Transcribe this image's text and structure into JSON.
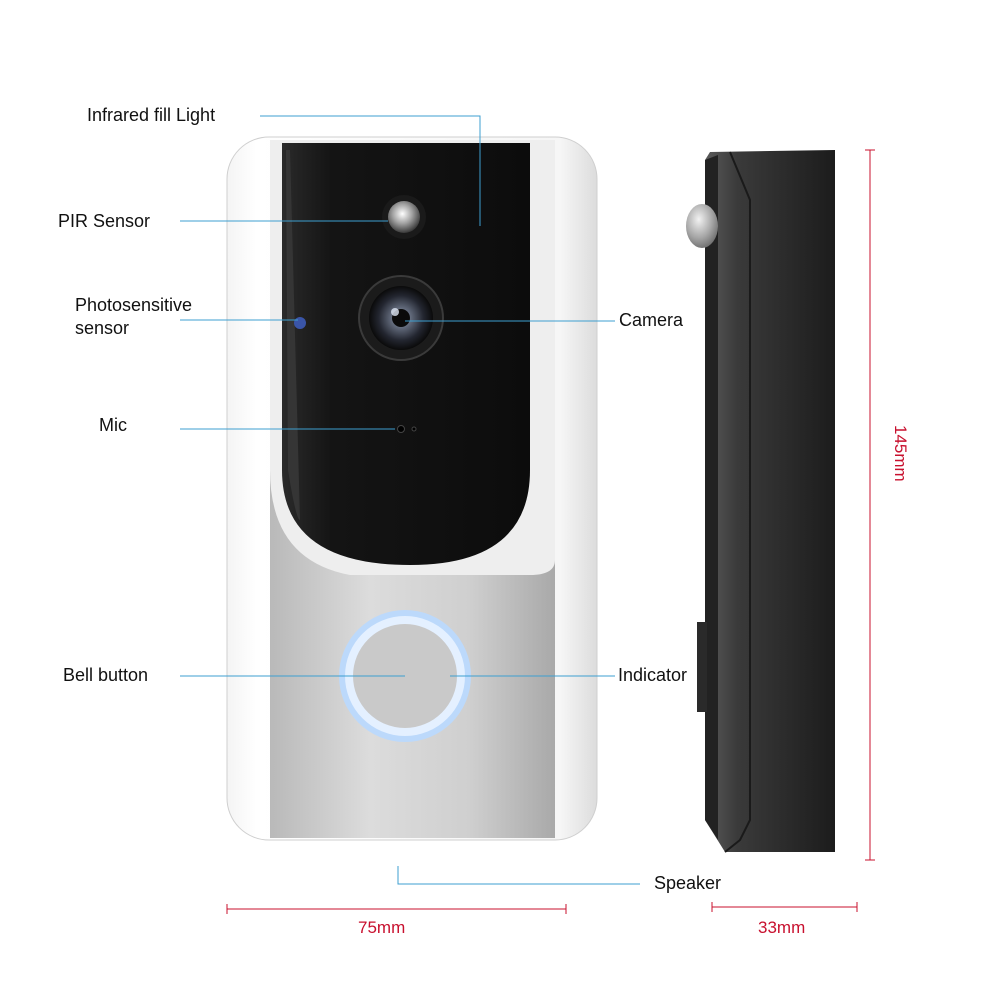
{
  "callouts": {
    "infrared_fill_light": "Infrared fill Light",
    "pir_sensor": "PIR Sensor",
    "photosensitive_line1": "Photosensitive",
    "photosensitive_line2": "sensor",
    "mic": "Mic",
    "camera": "Camera",
    "bell_button": "Bell button",
    "indicator": "Indicator",
    "speaker": "Speaker"
  },
  "dimensions": {
    "width": "75mm",
    "depth": "33mm",
    "height": "145mm"
  },
  "colors": {
    "leader_line": "#3d9fd0",
    "dimension": "#c8102e",
    "indicator_ring": "#a9cff7",
    "body_silver": "#d5d5d5",
    "face_black": "#111111"
  }
}
